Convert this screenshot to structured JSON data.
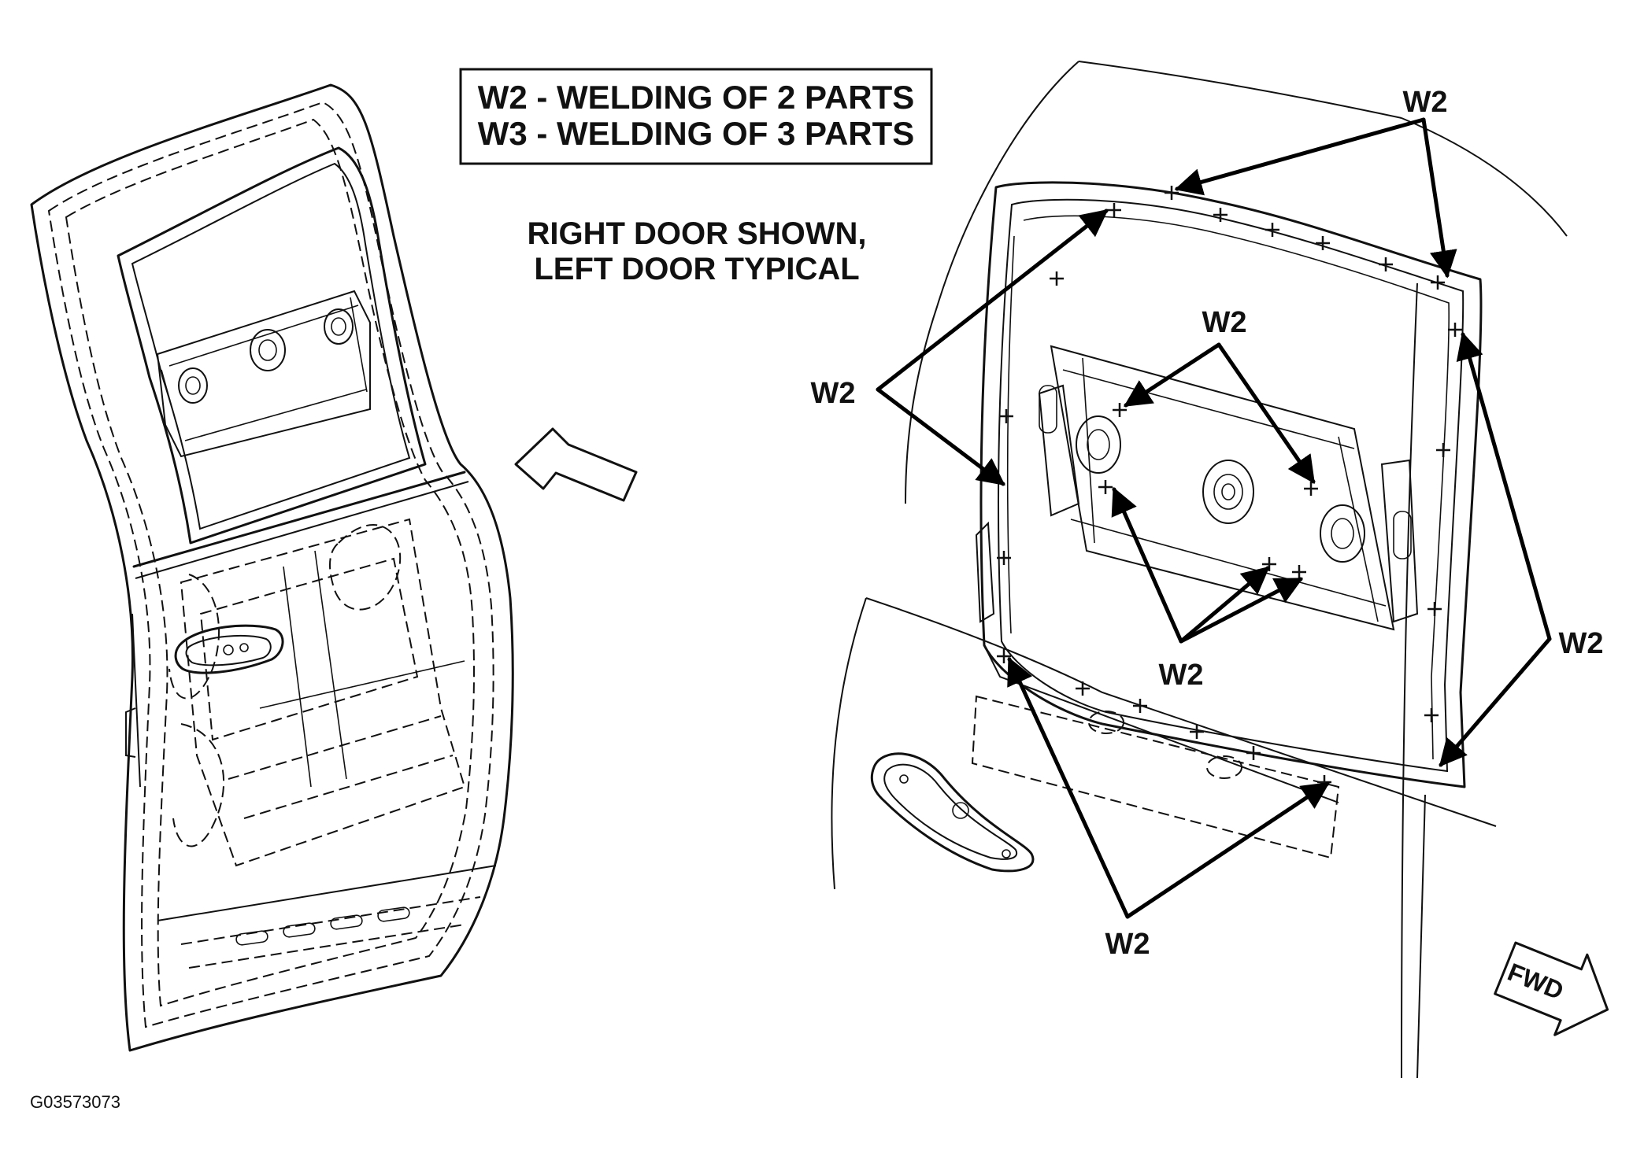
{
  "legend": {
    "line1": "W2 - WELDING OF 2 PARTS",
    "line2": "W3 - WELDING OF 3 PARTS"
  },
  "note": {
    "line1": "RIGHT DOOR SHOWN,",
    "line2": "LEFT DOOR TYPICAL"
  },
  "callouts": {
    "top": "W2",
    "left": "W2",
    "center": "W2",
    "lower_center": "W2",
    "right": "W2",
    "bottom": "W2"
  },
  "fwd_label": "FWD",
  "figure_id": "G03573073"
}
